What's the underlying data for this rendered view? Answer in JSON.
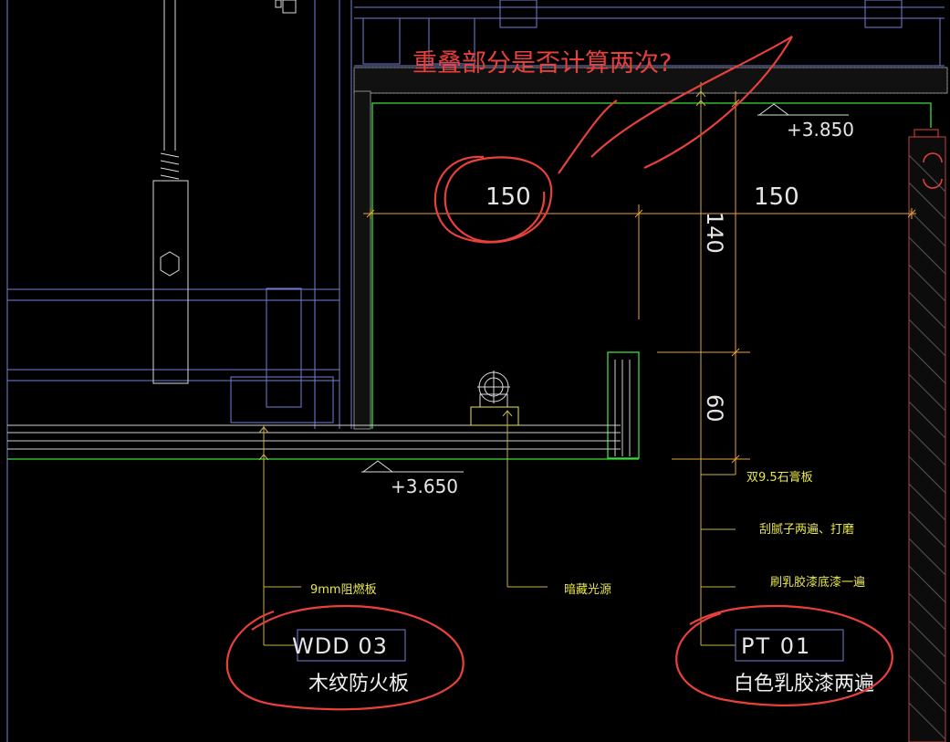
{
  "annotation": {
    "question": "重叠部分是否计算两次?"
  },
  "dimensions": {
    "width_left": "150",
    "width_right": "150",
    "height_upper": "140",
    "height_lower": "60"
  },
  "levels": {
    "ceiling_upper": "+3.850",
    "ceiling_lower": "+3.650"
  },
  "notes": {
    "board": "9mm阻燃板",
    "light": "暗藏光源",
    "gypsum": "双9.5石膏板",
    "putty": "刮腻子两遍、打磨",
    "primer": "刷乳胶漆底漆一遍"
  },
  "tags": {
    "wdd_code": "WDD 03",
    "wdd_desc": "木纹防火板",
    "pt_code": "PT 01",
    "pt_desc": "白色乳胶漆两遍"
  },
  "colors": {
    "background": "#000000",
    "annotation_red": "#e8413c",
    "dimension_orange": "#e8a33c",
    "leader_yellow": "#c8b24a",
    "outline_green": "#3cdc3c",
    "structure_blue": "#6f7fd6"
  }
}
